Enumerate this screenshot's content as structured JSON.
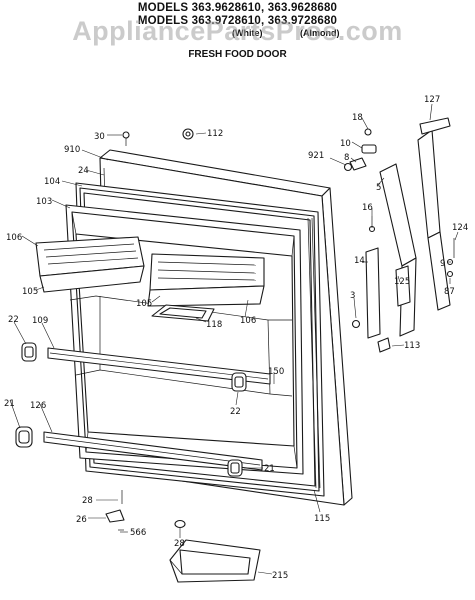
{
  "header": {
    "line1": "MODELS 363.9628610, 363.9628680",
    "line2": "MODELS 363.9728610, 363.9728680",
    "variant_white": "(White)",
    "variant_almond": "(Almond)",
    "subtitle": "FRESH FOOD DOOR"
  },
  "watermark": "AppliancePartsPros.com",
  "callouts": [
    {
      "id": "c30",
      "text": "30"
    },
    {
      "id": "c112",
      "text": "112"
    },
    {
      "id": "c910",
      "text": "910"
    },
    {
      "id": "c24",
      "text": "24"
    },
    {
      "id": "c104",
      "text": "104"
    },
    {
      "id": "c103",
      "text": "103"
    },
    {
      "id": "c106a",
      "text": "106"
    },
    {
      "id": "c105a",
      "text": "105"
    },
    {
      "id": "c105b",
      "text": "105"
    },
    {
      "id": "c118",
      "text": "118"
    },
    {
      "id": "c106b",
      "text": "106"
    },
    {
      "id": "c22a",
      "text": "22"
    },
    {
      "id": "c109",
      "text": "109"
    },
    {
      "id": "c21a",
      "text": "21"
    },
    {
      "id": "c126",
      "text": "126"
    },
    {
      "id": "c22b",
      "text": "22"
    },
    {
      "id": "c150",
      "text": "150"
    },
    {
      "id": "c21b",
      "text": "21"
    },
    {
      "id": "c115",
      "text": "115"
    },
    {
      "id": "c28a",
      "text": "28"
    },
    {
      "id": "c26",
      "text": "26"
    },
    {
      "id": "c566",
      "text": "566"
    },
    {
      "id": "c28b",
      "text": "28"
    },
    {
      "id": "c215",
      "text": "215"
    },
    {
      "id": "c18",
      "text": "18"
    },
    {
      "id": "c127",
      "text": "127"
    },
    {
      "id": "c10",
      "text": "10"
    },
    {
      "id": "c921",
      "text": "921"
    },
    {
      "id": "c8",
      "text": "8"
    },
    {
      "id": "c5",
      "text": "5"
    },
    {
      "id": "c16",
      "text": "16"
    },
    {
      "id": "c14",
      "text": "14"
    },
    {
      "id": "c3",
      "text": "3"
    },
    {
      "id": "c125",
      "text": "125"
    },
    {
      "id": "c124",
      "text": "124"
    },
    {
      "id": "c9",
      "text": "9"
    },
    {
      "id": "c87",
      "text": "87"
    },
    {
      "id": "c113",
      "text": "113"
    }
  ]
}
